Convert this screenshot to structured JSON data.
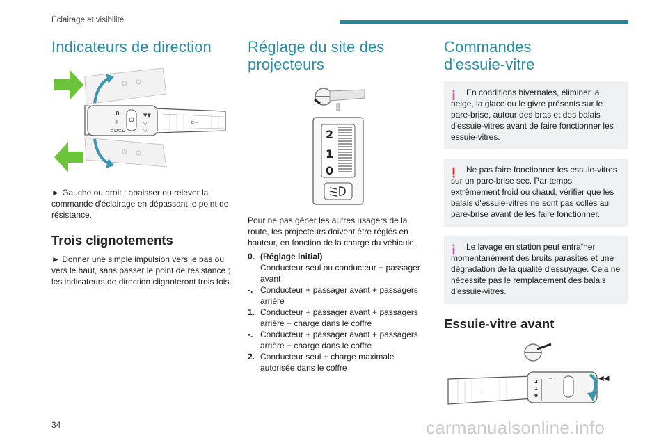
{
  "header": {
    "section": "Éclairage et visibilité",
    "accent": "#1f8a9c"
  },
  "page_number": "34",
  "watermark": "carmanualsonline.info",
  "col1": {
    "title": "Indicateurs de direction",
    "para1": "► Gauche ou droit : abaisser ou relever la commande d'éclairage en dépassant le point de résistance.",
    "subtitle": "Trois clignotements",
    "para2": "► Donner une simple impulsion vers le bas ou vers le haut, sans passer le point de résistance ; les indicateurs de direction clignoteront trois fois."
  },
  "col2": {
    "title": "Réglage du site des projecteurs",
    "intro": "Pour ne pas gêner les autres usagers de la route, les projecteurs doivent être réglés en hauteur, en fonction de la charge du véhicule.",
    "items": [
      {
        "key": "0.",
        "label": "(Réglage initial)",
        "text": "Conducteur seul ou conducteur + passager avant"
      },
      {
        "key": "-.",
        "label": "",
        "text": "Conducteur + passager avant + passagers arrière"
      },
      {
        "key": "1.",
        "label": "",
        "text": "Conducteur + passager avant + passagers arrière + charge dans le coffre"
      },
      {
        "key": "-.",
        "label": "",
        "text": "Conducteur + passager avant + passagers arrière + charge dans le coffre"
      },
      {
        "key": "2.",
        "label": "",
        "text": "Conducteur seul + charge maximale autorisée dans le coffre"
      }
    ],
    "dial_labels": [
      "2",
      "1",
      "0"
    ]
  },
  "col3": {
    "title_line1": "Commandes",
    "title_line2": "d'essuie-vitre",
    "notes": [
      {
        "type": "info",
        "color": "#c55ba6",
        "text": "En conditions hivernales, éliminer la neige, la glace ou le givre présents sur le pare-brise, autour des bras et des balais d'essuie-vitres avant de faire fonctionner les essuie-vitres."
      },
      {
        "type": "warning",
        "color": "#d8232a",
        "text": "Ne pas faire fonctionner les essuie-vitres sur un pare-brise sec. Par temps extrêmement froid ou chaud, vérifier que les balais d'essuie-vitres ne sont pas collés au pare-brise avant de les faire fonctionner."
      },
      {
        "type": "info",
        "color": "#c55ba6",
        "text": "Le lavage en station peut entraîner momentanément des bruits parasites et une dégradation de la qualité d'essuyage. Cela ne nécessite pas le remplacement des balais d'essuie-vitres."
      }
    ],
    "subtitle": "Essuie-vitre avant",
    "wiper_labels": [
      "2",
      "1",
      "0"
    ]
  },
  "colors": {
    "title": "#2b8ea5",
    "arrow_green": "#6cc43a",
    "arrow_teal": "#3a97b0",
    "note_bg": "#eef0f2"
  }
}
